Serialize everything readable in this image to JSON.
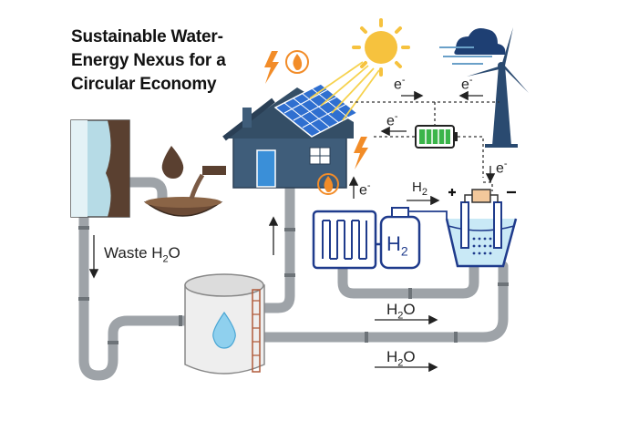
{
  "title": {
    "line1": "Sustainable Water-",
    "line2": "Energy Nexus for a",
    "line3": "Circular Economy"
  },
  "labels": {
    "waste_h2o": {
      "base": "Waste H",
      "sub": "2",
      "tail": "O"
    },
    "h2o_upper": {
      "base": "H",
      "sub": "2",
      "tail": "O"
    },
    "h2o_lower": {
      "base": "H",
      "sub": "2",
      "tail": "O"
    },
    "h2_line": {
      "base": "H",
      "sub": "2"
    },
    "h2_tank": {
      "base": "H",
      "sub": "2"
    },
    "electron": {
      "base": "e",
      "sup": "-"
    }
  },
  "icons": [
    "sun-icon",
    "wind-cloud-icon",
    "wind-turbine-icon",
    "house-icon",
    "solar-panel-icon",
    "battery-icon",
    "electrolyzer-icon",
    "hydrogen-tank-icon",
    "heat-exchanger-icon",
    "water-tank-icon",
    "water-drop-icon",
    "oil-drop-icon",
    "bowl-icon",
    "fire-icon",
    "lightning-icon",
    "wastewater-container-icon"
  ],
  "colors": {
    "pipe": "#9ea3a8",
    "house": "#3f5d7a",
    "solar": "#2f6fd0",
    "battery": "#3bb54a",
    "electrolyzer": "#1f3b8c",
    "water": "#c9e9f6",
    "fire": "#f28c28",
    "sun": "#f6c23e"
  }
}
